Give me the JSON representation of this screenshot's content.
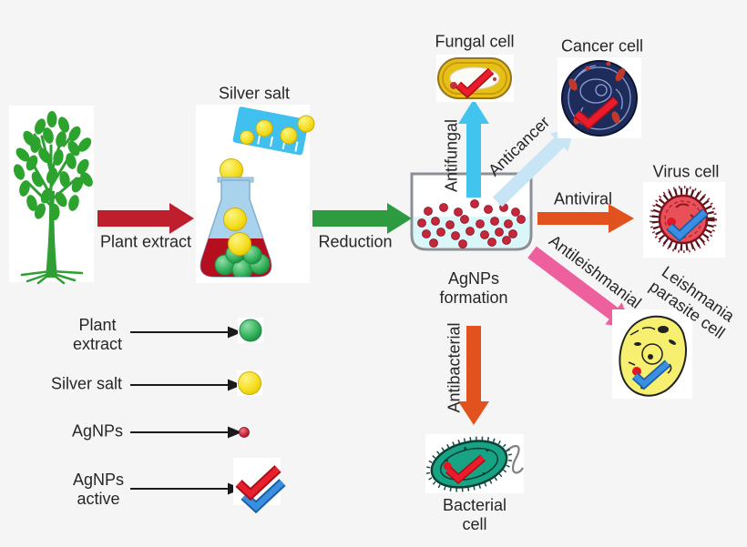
{
  "process": {
    "plant_extract_label": "Plant extract",
    "silver_salt_label": "Silver salt",
    "reduction_label": "Reduction",
    "agnps_formation_line1": "AgNPs",
    "agnps_formation_line2": "formation"
  },
  "activities": {
    "antifungal": {
      "label": "Antifungal",
      "target": "Fungal cell",
      "arrow_color": "#41c5ef"
    },
    "anticancer": {
      "label": "Anticancer",
      "target": "Cancer cell",
      "arrow_color": "#c7e5f4"
    },
    "antiviral": {
      "label": "Antiviral",
      "target": "Virus cell",
      "arrow_color": "#e2521e"
    },
    "antileishmanial": {
      "label": "Antileishmanial",
      "target_line1": "Leishmania",
      "target_line2": "parasite cell",
      "arrow_color": "#ee5f9e"
    },
    "antibacterial": {
      "label": "Antibacterial",
      "target_line1": "Bacterial",
      "target_line2": "cell",
      "arrow_color": "#e2521e"
    }
  },
  "legend": {
    "items": [
      {
        "label_line1": "Plant",
        "label_line2": "extract",
        "symbol": "green-ball-icon",
        "symbol_color": "#2fae57"
      },
      {
        "label_line1": "Silver salt",
        "label_line2": "",
        "symbol": "yellow-ball-icon",
        "symbol_color": "#f2dc1e"
      },
      {
        "label_line1": "AgNPs",
        "label_line2": "",
        "symbol": "red-dot-icon",
        "symbol_color": "#c22839"
      },
      {
        "label_line1": "AgNPs",
        "label_line2": "active",
        "symbol": "double-check-icon",
        "symbol_color": "#e8202e"
      }
    ]
  },
  "colors": {
    "background": "#f5f5f6",
    "plant_extract_arrow": "#bf1f2d",
    "reduction_arrow": "#2e9b41",
    "antifungal_arrow": "#41c5ef",
    "anticancer_arrow": "#c7e5f4",
    "antiviral_arrow": "#e2521e",
    "antileishmanial_arrow": "#ee5f9e",
    "antibacterial_arrow": "#e2521e",
    "agnps_dot": "#c22839",
    "flask_liquid_top": "#a9d3ec",
    "flask_liquid_bottom": "#b50f1f",
    "beaker_liquid": "#d9f6f8"
  }
}
